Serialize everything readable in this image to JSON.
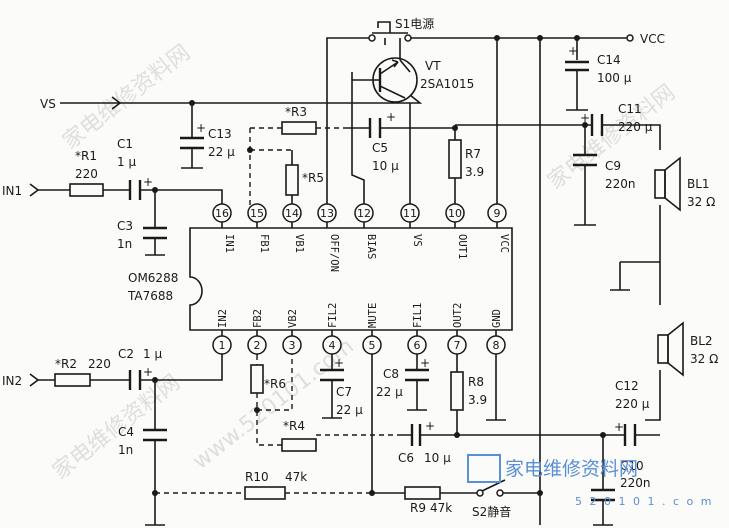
{
  "chip": {
    "name1": "OM6288",
    "name2": "TA7688"
  },
  "pins_top": [
    {
      "num": "16",
      "name": "IN1"
    },
    {
      "num": "15",
      "name": "FB1"
    },
    {
      "num": "14",
      "name": "VB1"
    },
    {
      "num": "13",
      "name": "OFF/ON"
    },
    {
      "num": "12",
      "name": "BIAS"
    },
    {
      "num": "11",
      "name": "VS"
    },
    {
      "num": "10",
      "name": "OUT1"
    },
    {
      "num": "9",
      "name": "VCC"
    }
  ],
  "pins_bottom": [
    {
      "num": "1",
      "name": "IN2"
    },
    {
      "num": "2",
      "name": "FB2"
    },
    {
      "num": "3",
      "name": "VB2"
    },
    {
      "num": "4",
      "name": "FIL2"
    },
    {
      "num": "5",
      "name": "MUTE"
    },
    {
      "num": "6",
      "name": "FIL1"
    },
    {
      "num": "7",
      "name": "OUT2"
    },
    {
      "num": "8",
      "name": "GND"
    }
  ],
  "labels": {
    "s1": "S1电源",
    "vcc": "VCC",
    "vt": "VT",
    "vt_part": "2SA1015",
    "c14": "C14",
    "c14_val": "100 μ",
    "vs": "VS",
    "r3": "*R3",
    "c13": "C13",
    "c13_val": "22 μ",
    "c11": "C11",
    "c11_val": "220 μ",
    "c5": "C5",
    "c5_val": "10 μ",
    "r7": "R7",
    "r7_val": "3.9",
    "r5": "*R5",
    "c9": "C9",
    "c9_val": "220n",
    "r1": "*R1",
    "r1_val": "220",
    "c1": "C1",
    "c1_val": "1 μ",
    "in1": "IN1",
    "c3": "C3",
    "c3_val": "1n",
    "bl1": "BL1",
    "bl1_val": "32 Ω",
    "bl2": "BL2",
    "bl2_val": "32 Ω",
    "r2": "*R2",
    "r2_val": "220",
    "c2": "C2",
    "c2_val": "1 μ",
    "in2": "IN2",
    "r6": "*R6",
    "c7": "C7",
    "c7_val": "22 μ",
    "c8": "C8",
    "c8_val": "22 μ",
    "r8": "R8",
    "r8_val": "3.9",
    "c4": "C4",
    "c4_val": "1n",
    "r4": "*R4",
    "c6": "C6",
    "c6_val": "10 μ",
    "c12": "C12",
    "c12_val": "220 μ",
    "c10": "C10",
    "c10_val": "220n",
    "r10": "R10",
    "r10_val": "47k",
    "r9": "R9",
    "r9_val": "47k",
    "s2": "S2静音"
  },
  "watermark": {
    "diag1": "家电维修资料网",
    "diag2": "家电维修资料网",
    "url1": "www.520101.com",
    "logo_text": "家电维修资料网",
    "logo_url": "5 2 0 1 0 1 . c o m"
  }
}
